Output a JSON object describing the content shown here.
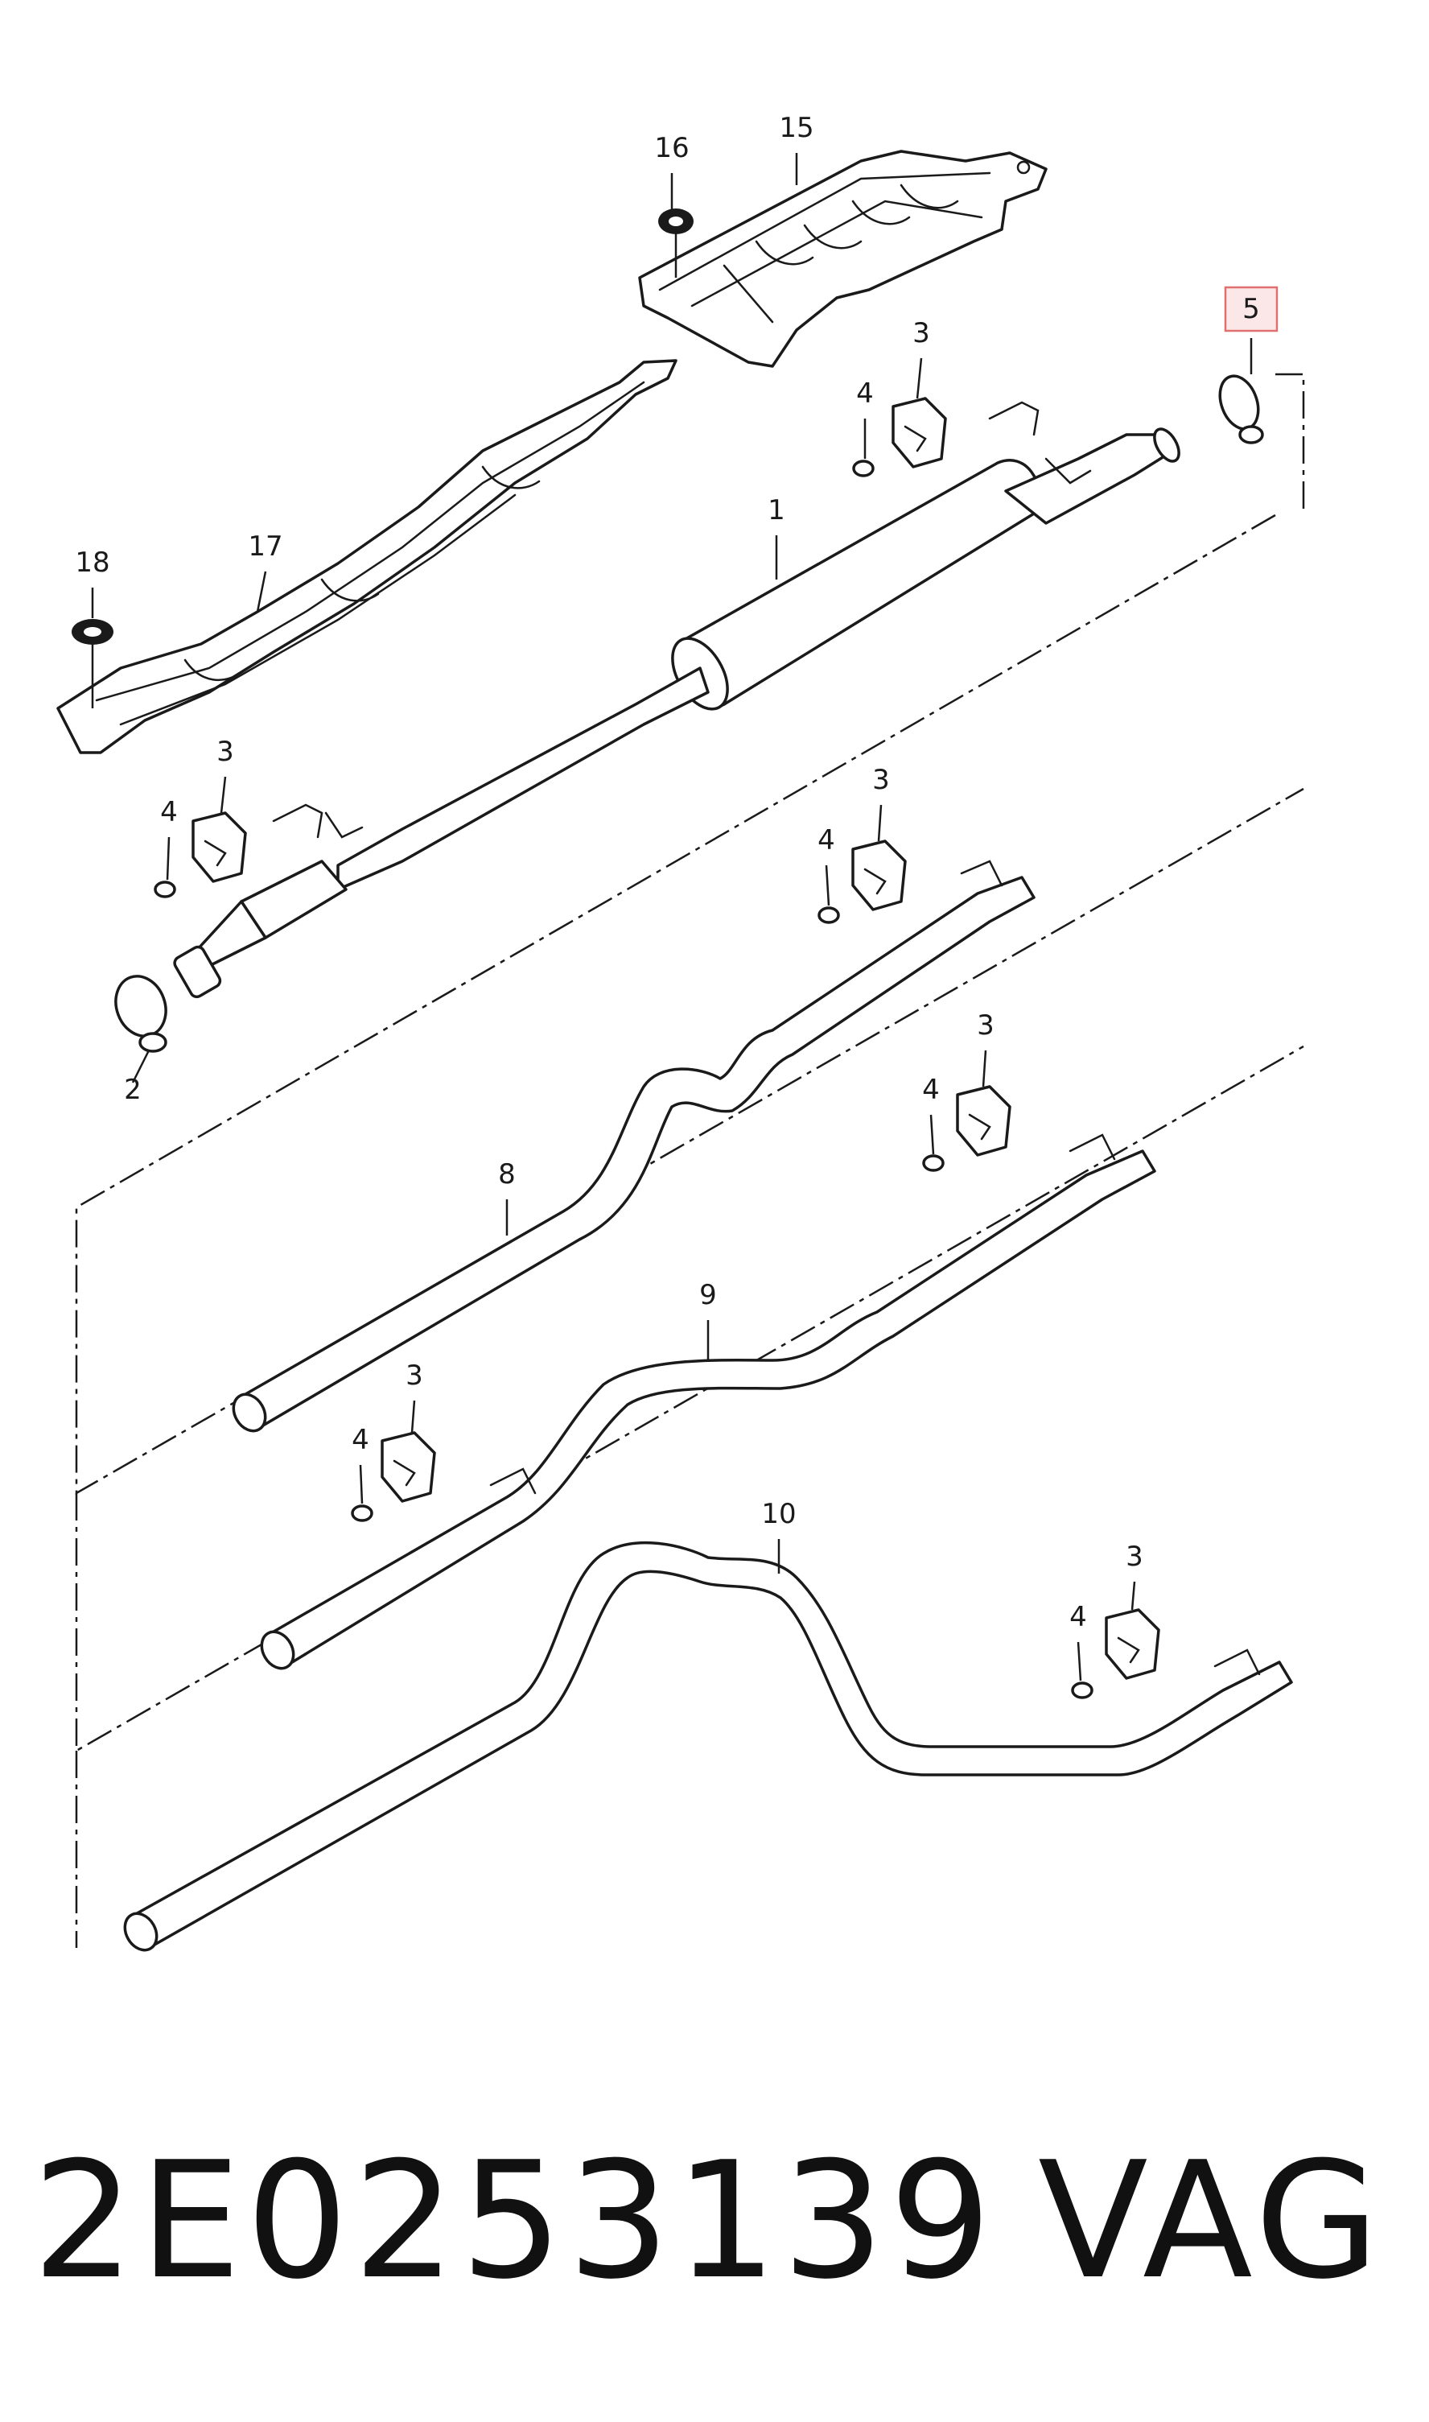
{
  "callouts": [
    {
      "id": "c16",
      "text": "16"
    },
    {
      "id": "c15",
      "text": "15"
    },
    {
      "id": "c5",
      "text": "5",
      "highlight": true
    },
    {
      "id": "c18",
      "text": "18"
    },
    {
      "id": "c17",
      "text": "17"
    },
    {
      "id": "c3a",
      "text": "3"
    },
    {
      "id": "c4a",
      "text": "4"
    },
    {
      "id": "c1",
      "text": "1"
    },
    {
      "id": "c3b",
      "text": "3"
    },
    {
      "id": "c4b",
      "text": "4"
    },
    {
      "id": "c3c",
      "text": "3"
    },
    {
      "id": "c4c",
      "text": "4"
    },
    {
      "id": "c2",
      "text": "2"
    },
    {
      "id": "c3d",
      "text": "3"
    },
    {
      "id": "c4d",
      "text": "4"
    },
    {
      "id": "c8",
      "text": "8"
    },
    {
      "id": "c9",
      "text": "9"
    },
    {
      "id": "c3e",
      "text": "3"
    },
    {
      "id": "c4e",
      "text": "4"
    },
    {
      "id": "c10",
      "text": "10"
    },
    {
      "id": "c3f",
      "text": "3"
    },
    {
      "id": "c4f",
      "text": "4"
    }
  ],
  "footer": {
    "part_number": "2E0253139",
    "brand": "VAG"
  },
  "colors": {
    "line": "#1a1a1a",
    "highlight_box_border": "#e07070",
    "highlight_box_fill": "#fbe7e7"
  }
}
